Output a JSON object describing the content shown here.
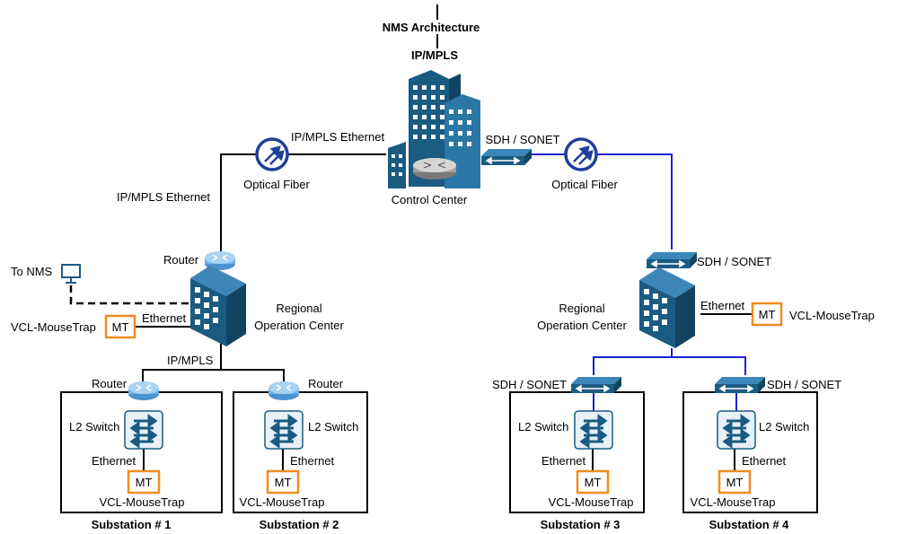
{
  "title": "NMS Architecture",
  "top_protocol": "IP/MPLS",
  "control_center": "Control Center",
  "left_link": {
    "label_top": "IP/MPLS Ethernet",
    "label_side": "IP/MPLS Ethernet",
    "fiber": "Optical Fiber"
  },
  "right_link": {
    "sdh_top": "SDH / SONET",
    "fiber": "Optical Fiber"
  },
  "left_region": {
    "router": "Router",
    "to_nms": "To NMS",
    "name_line1": "Regional",
    "name_line2": "Operation Center",
    "ethernet": "Ethernet",
    "mt_label": "VCL-MouseTrap",
    "mt": "MT",
    "ip_mpls": "IP/MPLS"
  },
  "right_region": {
    "sdh": "SDH / SONET",
    "name_line1": "Regional",
    "name_line2": "Operation Center",
    "ethernet": "Ethernet",
    "mt_label": "VCL-MouseTrap",
    "mt": "MT"
  },
  "substations": [
    {
      "name": "Substation # 1",
      "uplink": "Router",
      "switch": "L2 Switch",
      "ethernet": "Ethernet",
      "mt": "MT",
      "mt_label": "VCL-MouseTrap"
    },
    {
      "name": "Substation # 2",
      "uplink": "Router",
      "switch": "L2 Switch",
      "ethernet": "Ethernet",
      "mt": "MT",
      "mt_label": "VCL-MouseTrap"
    },
    {
      "name": "Substation # 3",
      "uplink": "SDH / SONET",
      "switch": "L2 Switch",
      "ethernet": "Ethernet",
      "mt": "MT",
      "mt_label": "VCL-MouseTrap"
    },
    {
      "name": "Substation # 4",
      "uplink": "SDH / SONET",
      "switch": "L2 Switch",
      "ethernet": "Ethernet",
      "mt": "MT",
      "mt_label": "VCL-MouseTrap"
    }
  ],
  "colors": {
    "device_dark": "#1b5b82",
    "device_mid": "#2a76a6",
    "fiber_ring": "#1f3f9a",
    "blue_link": "#1f1fd6",
    "mt_border": "#f08c1e",
    "router_blue": "#6fb2e8"
  }
}
